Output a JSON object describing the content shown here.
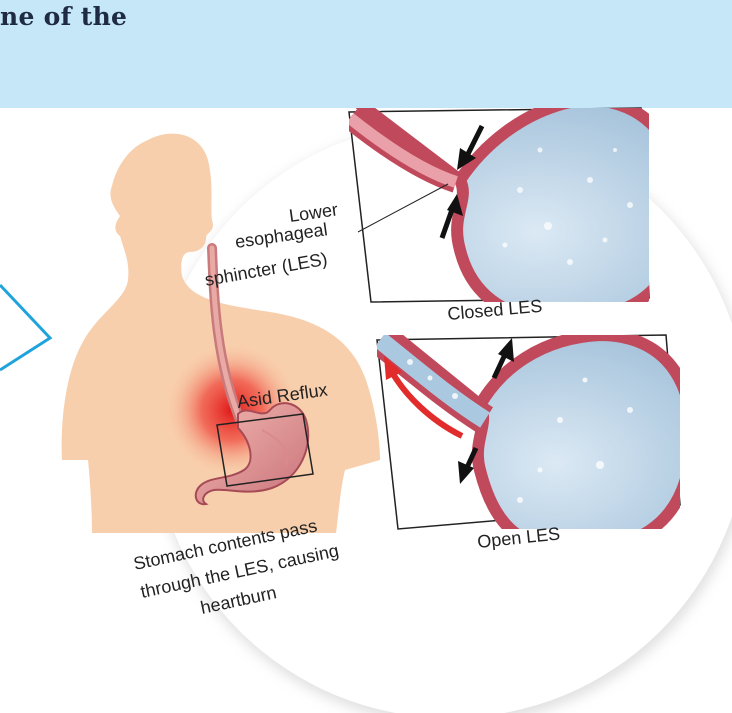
{
  "banner": {
    "text": "ne of the"
  },
  "labels": {
    "les_line1": "Lower",
    "les_line2": "esophageal",
    "les_line3": "sphincter (LES)",
    "closed_les": "Closed LES",
    "open_les": "Open LES",
    "reflux": "Asid Reflux",
    "caption_line1": "Stomach contents pass",
    "caption_line2": "through the LES, causing",
    "caption_line3": "heartburn"
  },
  "colors": {
    "banner_bg": "#c6e7f7",
    "skin": "#f8cfac",
    "stomach_wall": "#b8485a",
    "stomach_inner": "#aac9e0",
    "reflux_red": "#e22b2b",
    "pointer_blue": "#1fa3dc"
  }
}
